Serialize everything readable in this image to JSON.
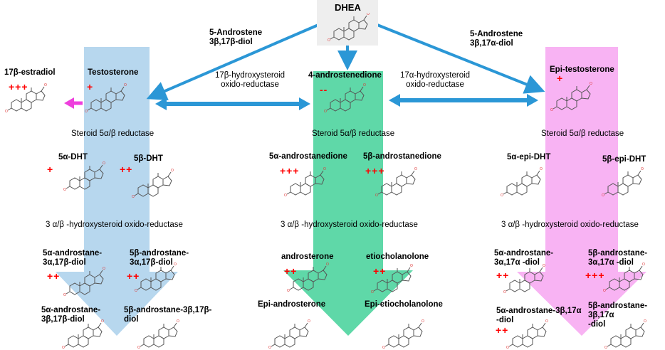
{
  "colors": {
    "blue_band": "#b7d7ee",
    "green_band": "#5fd8a8",
    "pink_band": "#f8b3f3",
    "arrow_blue": "#2b97d6",
    "arrow_magenta": "#ee3fdd",
    "marker_red": "#ff0000"
  },
  "dhea": {
    "name": "DHEA"
  },
  "top_paths": {
    "left": "5-Androstene\n3β,17β-diol",
    "right": "5-Androstene\n3β,17α-diol"
  },
  "enzymes": {
    "hsd17b": "17β-hydroxysteroid\noxido-reductase",
    "hsd17a": "17α-hydroxysteroid\noxido-reductase",
    "reductase_5ab": "Steroid 5α/β reductase",
    "hsd3ab": "3 α/β -hydroxysteroid oxido-reductase"
  },
  "estradiol": {
    "name": "17β-estradiol",
    "level": "+++"
  },
  "left_column": {
    "top": {
      "name": "Testosterone",
      "level": "+"
    },
    "mid_a": {
      "name": "5α-DHT",
      "level": "+"
    },
    "mid_b": {
      "name": "5β-DHT",
      "level": "++"
    },
    "low_a": {
      "name": "5α-androstane-\n3α,17β-diol",
      "level": "++"
    },
    "low_b": {
      "name": "5β-androstane-\n3α,17β-diol",
      "level": "++"
    },
    "bot_a": {
      "name": "5α-androstane-\n3β,17β-diol"
    },
    "bot_b": {
      "name": "5β-androstane-3β,17β-\ndiol"
    }
  },
  "center_column": {
    "top": {
      "name": "4-androstenedione",
      "level": "--"
    },
    "mid_a": {
      "name": "5α-androstanedione",
      "level": "+++"
    },
    "mid_b": {
      "name": "5β-androstanedione",
      "level": "+++"
    },
    "low_a": {
      "name": "androsterone",
      "level": "++"
    },
    "low_b": {
      "name": "etiocholanolone",
      "level": "++"
    },
    "bot_a": {
      "name": "Epi-androsterone"
    },
    "bot_b": {
      "name": "Epi-etiocholanolone"
    }
  },
  "right_column": {
    "top": {
      "name": "Epi-testosterone",
      "level": "+"
    },
    "mid_a": {
      "name": "5α-epi-DHT"
    },
    "mid_b": {
      "name": "5β-epi-DHT"
    },
    "low_a": {
      "name": "5α-androstane-\n3α,17α -diol",
      "level": "++"
    },
    "low_b": {
      "name": "5β-androstane-\n3α,17α -diol",
      "level": "+++"
    },
    "bot_a": {
      "name": "5α-androstane-3β,17α\n-diol",
      "level": "++"
    },
    "bot_b": {
      "name": "5β-androstane-3β,17α\n-diol"
    }
  }
}
